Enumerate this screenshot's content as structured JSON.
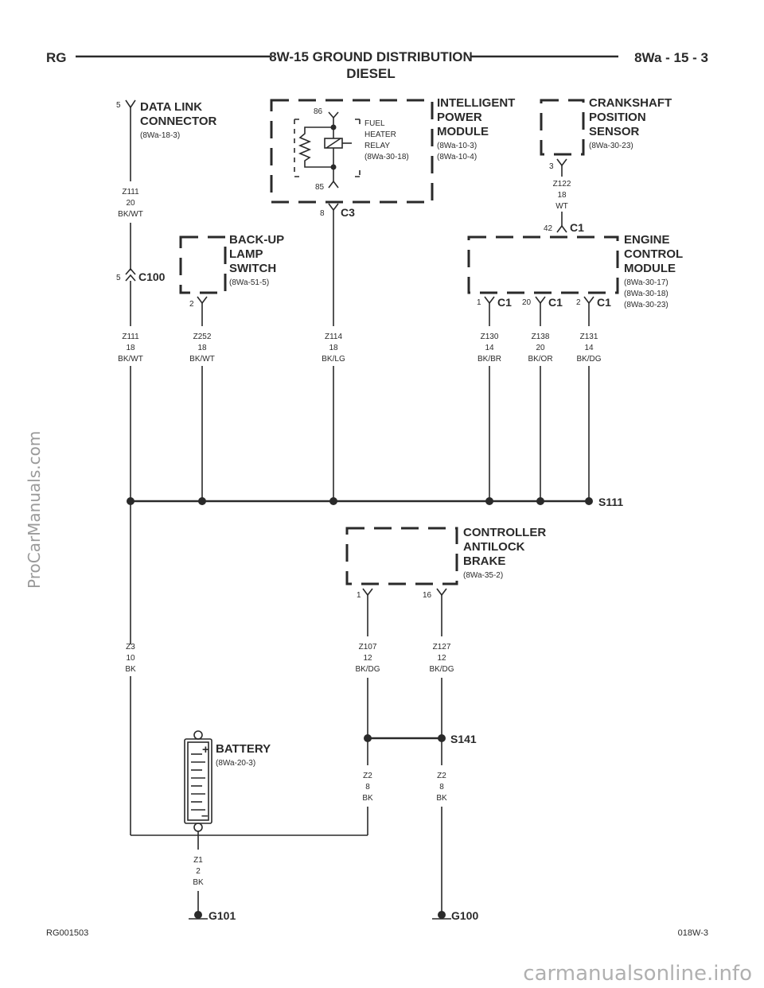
{
  "header": {
    "left": "RG",
    "title": "8W-15 GROUND DISTRIBUTION",
    "subtitle": "DIESEL",
    "right": "8Wa - 15 - 3"
  },
  "components": {
    "dlc": {
      "line1": "DATA LINK",
      "line2": "CONNECTOR",
      "ref": "(8Wa-18-3)",
      "pin": "5"
    },
    "ipm": {
      "line1": "INTELLIGENT",
      "line2": "POWER",
      "line3": "MODULE",
      "ref1": "(8Wa-10-3)",
      "ref2": "(8Wa-10-4)",
      "pin": "8",
      "connector": "C3"
    },
    "relay": {
      "line1": "FUEL",
      "line2": "HEATER",
      "line3": "RELAY",
      "ref": "(8Wa-30-18)",
      "pin_top": "86",
      "pin_bottom": "85"
    },
    "ckp": {
      "line1": "CRANKSHAFT",
      "line2": "POSITION",
      "line3": "SENSOR",
      "ref": "(8Wa-30-23)",
      "pin": "3"
    },
    "backup": {
      "line1": "BACK-UP",
      "line2": "LAMP",
      "line3": "SWITCH",
      "ref": "(8Wa-51-5)",
      "pin": "2"
    },
    "ecm": {
      "line1": "ENGINE",
      "line2": "CONTROL",
      "line3": "MODULE",
      "ref1": "(8Wa-30-17)",
      "ref2": "(8Wa-30-18)",
      "ref3": "(8Wa-30-23)",
      "top_pin": "42",
      "top_conn": "C1",
      "pin_a": "1",
      "conn_a": "C1",
      "pin_b": "20",
      "conn_b": "C1",
      "pin_c": "2",
      "conn_c": "C1"
    },
    "abs": {
      "line1": "CONTROLLER",
      "line2": "ANTILOCK",
      "line3": "BRAKE",
      "ref": "(8Wa-35-2)",
      "pin_a": "1",
      "pin_b": "16"
    },
    "battery": {
      "label": "BATTERY",
      "ref": "(8Wa-20-3)",
      "plus": "+",
      "minus": "–"
    },
    "c100": {
      "pin": "5",
      "connector": "C100"
    }
  },
  "wires": {
    "z111_top": {
      "circuit": "Z111",
      "gauge": "20",
      "color": "BK/WT"
    },
    "z122": {
      "circuit": "Z122",
      "gauge": "18",
      "color": "WT"
    },
    "z111_bot": {
      "circuit": "Z111",
      "gauge": "18",
      "color": "BK/WT"
    },
    "z252": {
      "circuit": "Z252",
      "gauge": "18",
      "color": "BK/WT"
    },
    "z114": {
      "circuit": "Z114",
      "gauge": "18",
      "color": "BK/LG"
    },
    "z130": {
      "circuit": "Z130",
      "gauge": "14",
      "color": "BK/BR"
    },
    "z138": {
      "circuit": "Z138",
      "gauge": "20",
      "color": "BK/OR"
    },
    "z131": {
      "circuit": "Z131",
      "gauge": "14",
      "color": "BK/DG"
    },
    "z3": {
      "circuit": "Z3",
      "gauge": "10",
      "color": "BK"
    },
    "z107": {
      "circuit": "Z107",
      "gauge": "12",
      "color": "BK/DG"
    },
    "z127": {
      "circuit": "Z127",
      "gauge": "12",
      "color": "BK/DG"
    },
    "z2a": {
      "circuit": "Z2",
      "gauge": "8",
      "color": "BK"
    },
    "z2b": {
      "circuit": "Z2",
      "gauge": "8",
      "color": "BK"
    },
    "z1": {
      "circuit": "Z1",
      "gauge": "2",
      "color": "BK"
    }
  },
  "splices": {
    "s111": "S111",
    "s141": "S141"
  },
  "grounds": {
    "g101": "G101",
    "g100": "G100"
  },
  "footer": {
    "left": "RG001503",
    "right": "018W-3"
  },
  "watermarks": {
    "side": "ProCarManuals.com",
    "bottom": "carmanualsonline.info"
  }
}
